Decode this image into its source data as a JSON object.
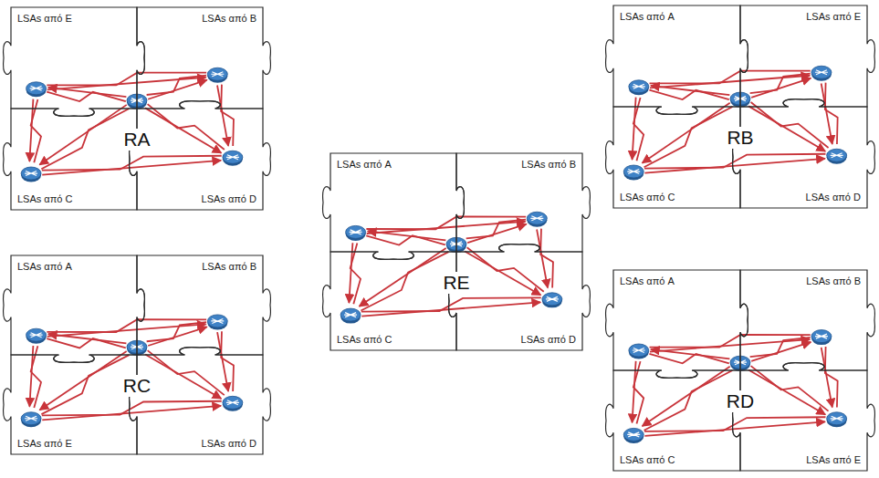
{
  "diagram": {
    "nodes": [
      {
        "text": [
          "LSAs από E"
        ]
      },
      {
        "text": [
          "LSAs από B"
        ]
      },
      {
        "text": [
          "LSAs από C"
        ]
      },
      {
        "text": [
          "LSAs από D"
        ]
      },
      {
        "text": [
          "LSAs από A"
        ]
      },
      {
        "text": [
          "LSAs από E"
        ]
      },
      {
        "text": [
          "LSAs από C"
        ]
      },
      {
        "text": [
          "LSAs από D"
        ]
      },
      {
        "text": [
          "LSAs από A"
        ]
      },
      {
        "text": [
          "LSAs από B"
        ]
      },
      {
        "text": [
          "LSAs από C"
        ]
      },
      {
        "text": [
          "LSAs από D"
        ]
      },
      {
        "text": [
          "LSAs από A"
        ]
      },
      {
        "text": [
          "LSAs από B"
        ]
      },
      {
        "text": [
          "LSAs από E"
        ]
      },
      {
        "text": [
          "LSAs από D"
        ]
      },
      {
        "text": [
          "LSAs από A"
        ]
      },
      {
        "text": [
          "LSAs από B"
        ]
      },
      {
        "text": [
          "LSAs από C"
        ]
      },
      {
        "text": [
          "LSAs από E"
        ]
      }
    ],
    "labels": [
      "RA",
      "RB",
      "RE",
      "RC",
      "RD"
    ]
  }
}
